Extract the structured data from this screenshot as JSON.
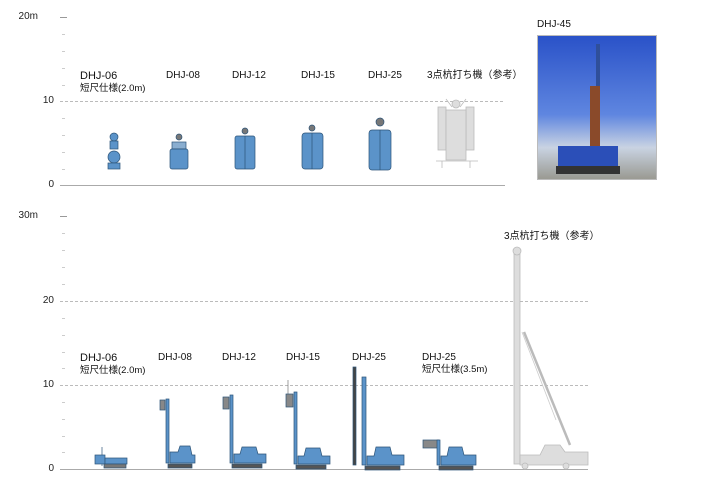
{
  "top_chart": {
    "y_ticks": [
      "20m",
      "10",
      "0"
    ],
    "machines": [
      {
        "name": "DHJ-06",
        "sub": "短尺仕様(2.0m)"
      },
      {
        "name": "DHJ-08"
      },
      {
        "name": "DHJ-12"
      },
      {
        "name": "DHJ-15"
      },
      {
        "name": "DHJ-25"
      },
      {
        "name": "3点杭打ち機（参考）"
      }
    ]
  },
  "photo": {
    "label": "DHJ-45"
  },
  "bottom_chart": {
    "y_ticks": [
      "30m",
      "20",
      "10",
      "0"
    ],
    "machines": [
      {
        "name": "DHJ-06",
        "sub": "短尺仕様(2.0m)"
      },
      {
        "name": "DHJ-08"
      },
      {
        "name": "DHJ-12"
      },
      {
        "name": "DHJ-15"
      },
      {
        "name": "DHJ-25"
      },
      {
        "name": "DHJ-25",
        "sub": "短尺仕様(3.5m)"
      },
      {
        "name": "3点杭打ち機（参考）"
      }
    ]
  },
  "colors": {
    "machine": "#5b93c9",
    "machine_dark": "#3a6d9e",
    "reference": "#d4d4d4",
    "grid": "#bbbbbb"
  }
}
